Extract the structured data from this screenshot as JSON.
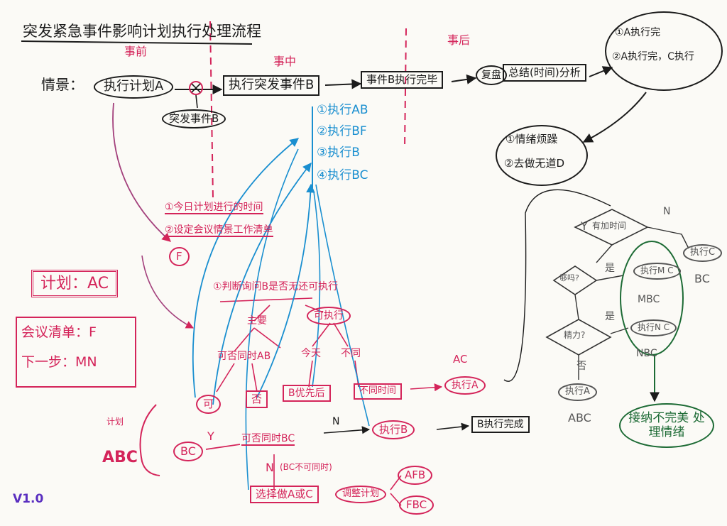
{
  "title": "突发紧急事件影响计划执行处理流程",
  "phases": {
    "before": "事前",
    "during": "事中",
    "after": "事后"
  },
  "scenario_label": "情景：",
  "top_flow": {
    "plan_a": "执行计划A",
    "sudden_event_b": "突发事件B",
    "exec_event_b": "执行突发事件B",
    "event_b_done": "事件B执行完毕",
    "review": "复盘",
    "review_item": "总结(时间)分析"
  },
  "blue_options": [
    "①执行AB",
    "②执行BF",
    "③执行B",
    "④执行BC"
  ],
  "after_options": [
    "①A执行完",
    "②A执行完，C执行"
  ],
  "after_summary": [
    "①情绪烦躁",
    "②去做无道D"
  ],
  "pink_notes": [
    "①今日计划进行的时间",
    "②设定会议情景工作清单"
  ],
  "f_circle": "F",
  "left_notes": {
    "plan_ac": "计划：AC",
    "meeting_f": "会议清单：F",
    "next_mn": "下一步：MN"
  },
  "judge_question": "①判断询问B是否无还可执行",
  "branches": {
    "main": "主要",
    "secondary": "可执行",
    "same_time_ab": "可否同时AB",
    "today": "今天",
    "different": "不同",
    "can": "可",
    "no": "否",
    "b_priority": "B优先后",
    "different_time": "不同时间",
    "execute_a": "执行A",
    "ac_label": "AC"
  },
  "lower_flow": {
    "bc": "BC",
    "same_time_bc": "可否同时BC",
    "n_label": "N",
    "y_label": "Y",
    "bc_note": "(BC不可同时)",
    "execute_b": "执行B",
    "b_done": "B执行完成",
    "choose_a_or_c": "选择做A或C",
    "adjust_plan": "调整计划",
    "afb": "AFB",
    "fbc": "FBC",
    "plan_abc_top": "计划",
    "plan_abc": "ABC"
  },
  "right_flow": {
    "y": "Y",
    "n": "N",
    "add_time": "有加时间",
    "enough": "够吗?",
    "energy": "精力?",
    "yes": "是",
    "no": "否",
    "exec_mc": "执行M C",
    "mbc": "MBC",
    "exec_nc": "执行N C",
    "nbc": "NBC",
    "exec_c": "执行C",
    "bc": "BC",
    "exec_a": "执行A",
    "abc": "ABC",
    "accept": "接纳不完美 处理情绪"
  },
  "version": "V1.0"
}
